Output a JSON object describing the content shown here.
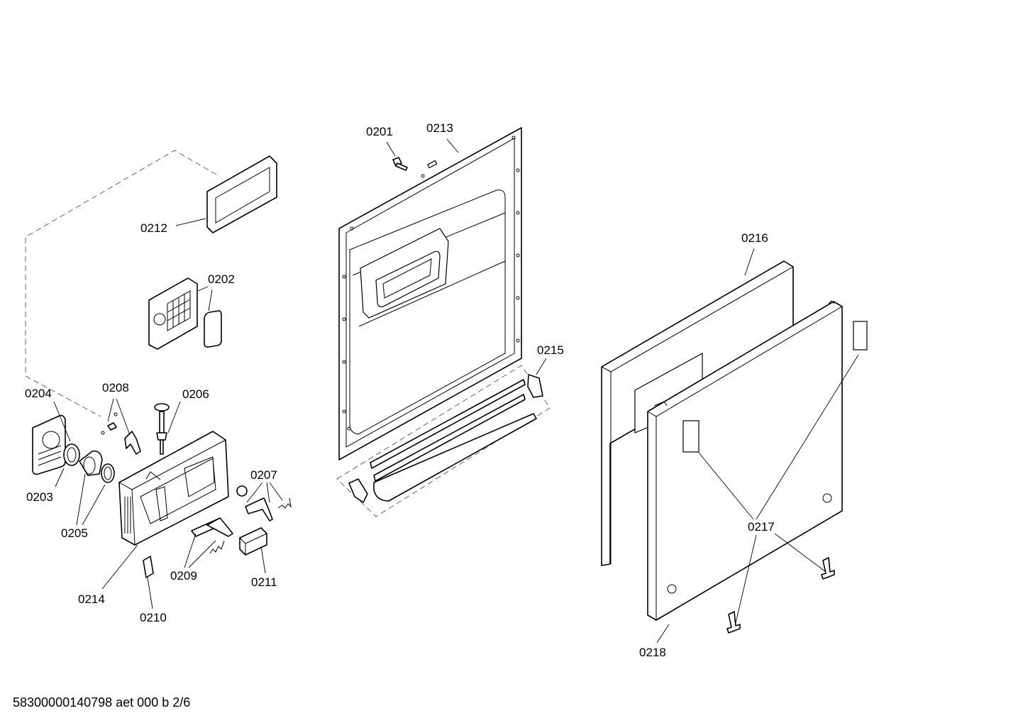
{
  "diagram": {
    "labels": {
      "p0201": "0201",
      "p0202": "0202",
      "p0203": "0203",
      "p0204": "0204",
      "p0205": "0205",
      "p0206": "0206",
      "p0207": "0207",
      "p0208": "0208",
      "p0209": "0209",
      "p0210": "0210",
      "p0211": "0211",
      "p0212": "0212",
      "p0213": "0213",
      "p0214": "0214",
      "p0215": "0215",
      "p0216": "0216",
      "p0217": "0217",
      "p0218": "0218"
    },
    "footer": "58300000140798 aet 000 b 2/6"
  }
}
